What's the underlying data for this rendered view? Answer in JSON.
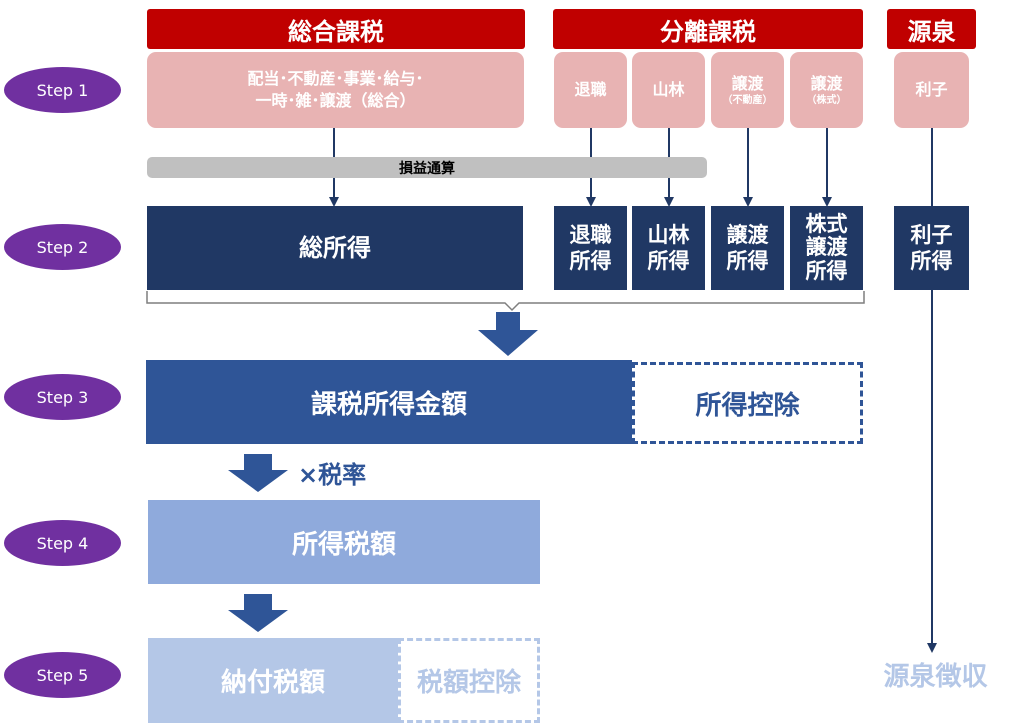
{
  "headers": {
    "general": "総合課税",
    "separate": "分離課税",
    "withholding": "源泉"
  },
  "sources": {
    "general_line1": "配当･不動産･事業･給与･",
    "general_line2": "一時･雑･譲渡（総合）",
    "retirement": "退職",
    "forest": "山林",
    "transfer": "譲渡",
    "transfer_note": "（不動産）",
    "transfer2": "譲渡",
    "transfer2_note": "（株式）",
    "interest": "利子"
  },
  "offset_label": "損益通算",
  "steps": [
    "Step 1",
    "Step 2",
    "Step 3",
    "Step 4",
    "Step 5"
  ],
  "incomes": {
    "total": "総所得",
    "retirement_l1": "退職",
    "retirement_l2": "所得",
    "forest_l1": "山林",
    "forest_l2": "所得",
    "transfer_l1": "譲渡",
    "transfer_l2": "所得",
    "stock_l1": "株式",
    "stock_l2": "譲渡",
    "stock_l3": "所得",
    "interest_l1": "利子",
    "interest_l2": "所得"
  },
  "taxable_income": "課税所得金額",
  "income_deduction": "所得控除",
  "tax_rate": "×税率",
  "income_tax": "所得税額",
  "tax_payable": "納付税額",
  "tax_credit": "税額控除",
  "withholding_collection": "源泉徴収",
  "colors": {
    "header_red": "#c00000",
    "source_pink": "#e8b3b3",
    "step_purple": "#7030a0",
    "navy": "#203864",
    "blue": "#2f5597",
    "light_blue": "#8faadc",
    "pale_blue": "#b4c7e7"
  }
}
